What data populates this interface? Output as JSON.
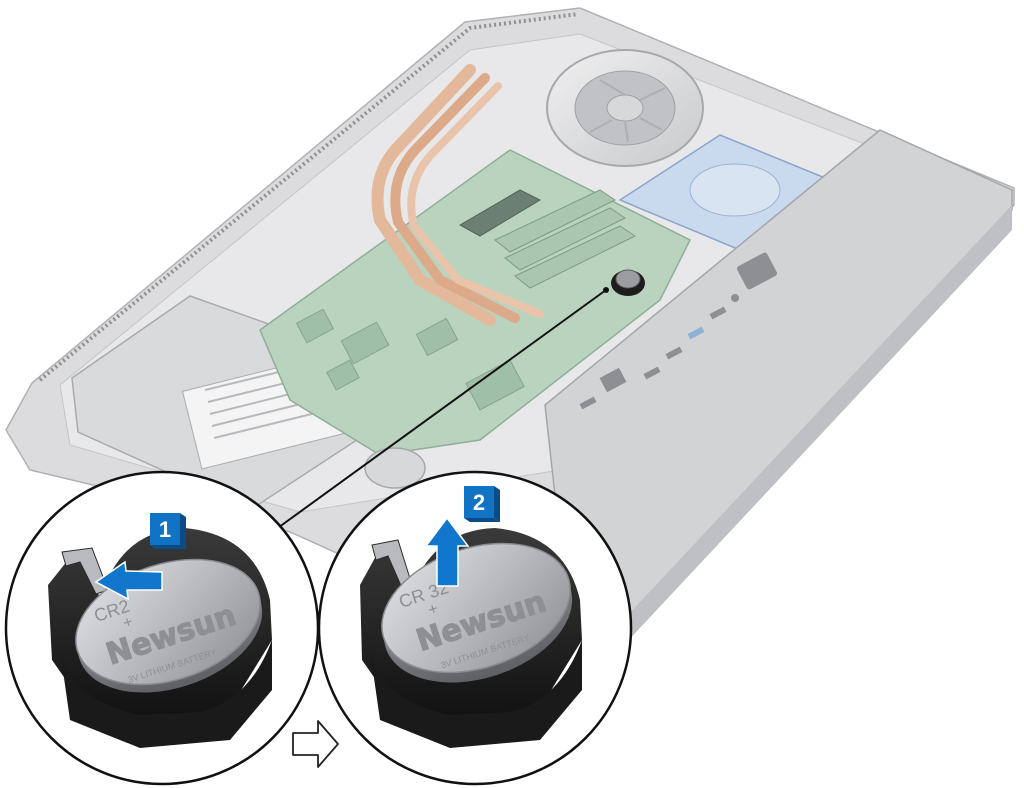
{
  "steps": [
    {
      "number": "1",
      "action": "press-latch"
    },
    {
      "number": "2",
      "action": "lift-battery"
    }
  ],
  "battery": {
    "model_partial_step1": "CR2",
    "model_partial_step2": "CR 32",
    "brand": "Newsun",
    "plus_sign": "+",
    "label_step1": "3V LITHIUM BATTERY",
    "label_step2": "3V LITHIUM BATTERY"
  },
  "colors": {
    "badge": "#1173c4",
    "arrow": "#1177cc",
    "chassis": "#d5d6d8",
    "board": "#b7d1bd",
    "copper": "#d9a27d",
    "coin": "#b9babe",
    "holder": "#2a2a2a"
  },
  "icons": {
    "next_step": "hollow-arrow-right-icon",
    "direction": "solid-arrow-icon"
  }
}
